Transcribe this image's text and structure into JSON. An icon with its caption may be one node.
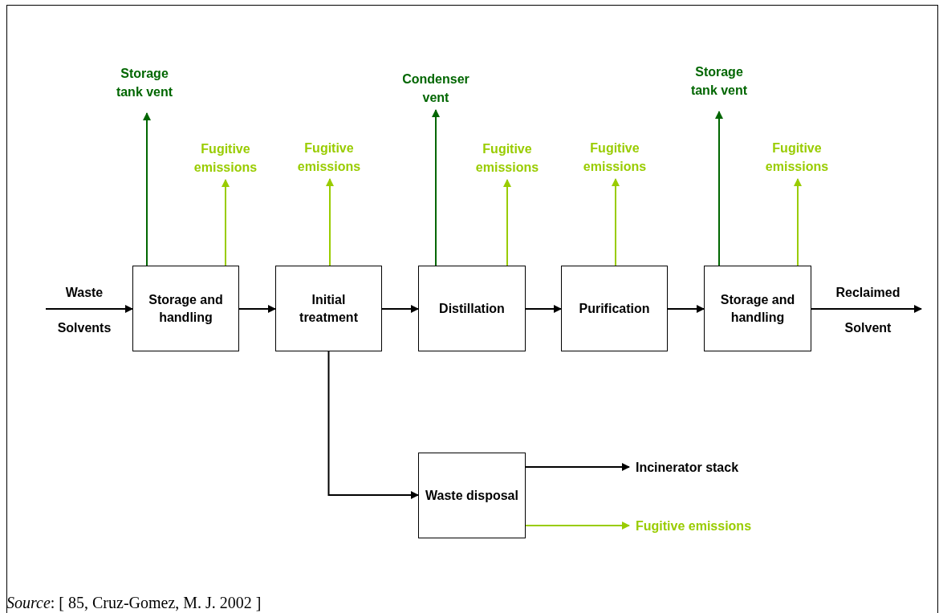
{
  "diagram": {
    "nodes": [
      {
        "text": [
          "Waste",
          "Solvents"
        ]
      },
      {
        "text": [
          "Storage and handling"
        ]
      },
      {
        "text": [
          "Initial treatment"
        ]
      },
      {
        "text": [
          "Distillation"
        ]
      },
      {
        "text": [
          "Purification"
        ]
      },
      {
        "text": [
          "Storage and handling"
        ]
      },
      {
        "text": [
          "Reclaimed",
          "Solvent"
        ]
      },
      {
        "text": [
          "Waste disposal"
        ]
      },
      {
        "text": [
          "Storage tank vent"
        ]
      },
      {
        "text": [
          "Fugitive emissions"
        ]
      },
      {
        "text": [
          "Fugitive emissions"
        ]
      },
      {
        "text": [
          "Condenser vent"
        ]
      },
      {
        "text": [
          "Fugitive emissions"
        ]
      },
      {
        "text": [
          "Fugitive emissions"
        ]
      },
      {
        "text": [
          "Storage tank vent"
        ]
      },
      {
        "text": [
          "Fugitive emissions"
        ]
      },
      {
        "text": [
          "Incinerator stack"
        ]
      },
      {
        "text": [
          "Fugitive emissions"
        ]
      }
    ],
    "edges": [
      {
        "from": 0,
        "to": 1,
        "arrow": "to"
      },
      {
        "from": 1,
        "to": 2,
        "arrow": "to"
      },
      {
        "from": 2,
        "to": 3,
        "arrow": "to"
      },
      {
        "from": 3,
        "to": 4,
        "arrow": "to"
      },
      {
        "from": 4,
        "to": 5,
        "arrow": "to"
      },
      {
        "from": 5,
        "to": 6,
        "arrow": "to"
      },
      {
        "from": 2,
        "to": 7,
        "arrow": "to"
      },
      {
        "from": 1,
        "to": 8,
        "arrow": "to",
        "color": "#006600"
      },
      {
        "from": 1,
        "to": 9,
        "arrow": "to",
        "color": "#99cc00"
      },
      {
        "from": 2,
        "to": 10,
        "arrow": "to",
        "color": "#99cc00"
      },
      {
        "from": 3,
        "to": 11,
        "arrow": "to",
        "color": "#006600"
      },
      {
        "from": 3,
        "to": 12,
        "arrow": "to",
        "color": "#99cc00"
      },
      {
        "from": 4,
        "to": 13,
        "arrow": "to",
        "color": "#99cc00"
      },
      {
        "from": 5,
        "to": 14,
        "arrow": "to",
        "color": "#006600"
      },
      {
        "from": 5,
        "to": 15,
        "arrow": "to",
        "color": "#99cc00"
      },
      {
        "from": 7,
        "to": 16,
        "arrow": "to"
      },
      {
        "from": 7,
        "to": 17,
        "arrow": "to",
        "color": "#99cc00"
      }
    ],
    "labels": [
      "*Source*: [ 85, Cruz-Gomez, M. J. 2002 ]"
    ]
  }
}
